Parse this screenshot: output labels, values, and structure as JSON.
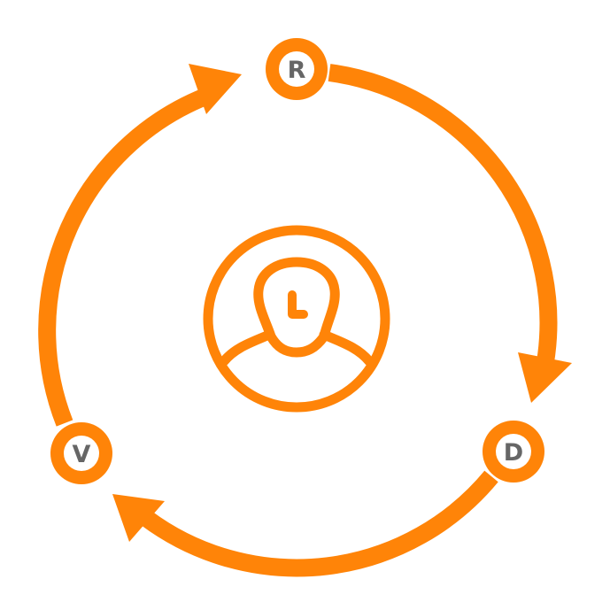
{
  "diagram": {
    "type": "cycle",
    "accent_color": "#FF8408",
    "letter_color": "#666666",
    "background": "#FFFFFF",
    "center": {
      "icon": "user-clock-icon",
      "label": ""
    },
    "nodes": [
      {
        "id": "r",
        "label": "R",
        "position": "top"
      },
      {
        "id": "d",
        "label": "D",
        "position": "bottom-right"
      },
      {
        "id": "v",
        "label": "V",
        "position": "bottom-left"
      }
    ],
    "edges": [
      {
        "from": "R",
        "to": "D",
        "direction": "clockwise"
      },
      {
        "from": "D",
        "to": "V",
        "direction": "clockwise"
      },
      {
        "from": "V",
        "to": "R",
        "direction": "clockwise"
      }
    ]
  }
}
